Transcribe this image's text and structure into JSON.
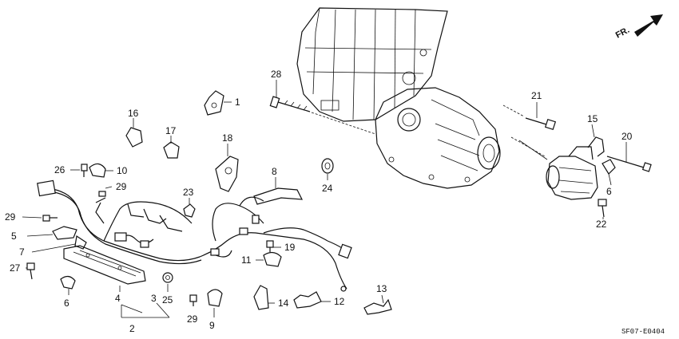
{
  "direction": {
    "label": "FR."
  },
  "diagram_code": "SF07-E0404",
  "callouts": {
    "c1": "1",
    "c2": "2",
    "c3": "3",
    "c4": "4",
    "c5": "5",
    "c6a": "6",
    "c6b": "6",
    "c7": "7",
    "c8": "8",
    "c9": "9",
    "c10": "10",
    "c11": "11",
    "c12": "12",
    "c13": "13",
    "c14": "14",
    "c15": "15",
    "c16": "16",
    "c17": "17",
    "c18": "18",
    "c19": "19",
    "c20": "20",
    "c21": "21",
    "c22": "22",
    "c23": "23",
    "c24": "24",
    "c25": "25",
    "c26": "26",
    "c27": "27",
    "c28": "28",
    "c29a": "29",
    "c29b": "29",
    "c29c": "29"
  }
}
